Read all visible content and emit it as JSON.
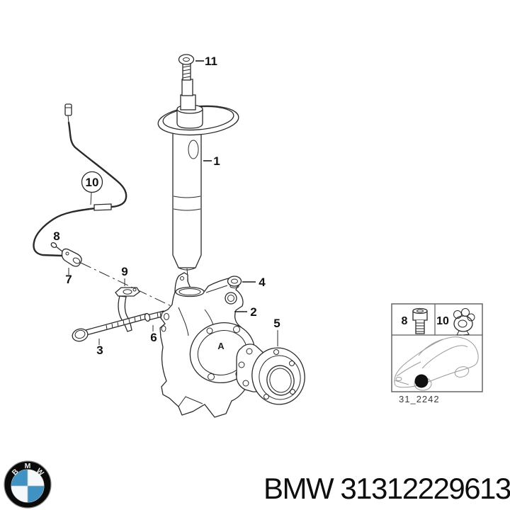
{
  "colors": {
    "line": "#2a2a2a",
    "background": "#ffffff",
    "logo_blue": "#3f93c4",
    "logo_black": "#0a0a0a",
    "location_dot": "#111111"
  },
  "diagram": {
    "callouts": {
      "c1": "1",
      "c2": "2",
      "c3": "3",
      "c4": "4",
      "c5": "5",
      "c6": "6",
      "c7": "7",
      "c8": "8",
      "c9": "9",
      "c10": "10",
      "c11": "11"
    },
    "knuckle_marker": "A",
    "inset": {
      "bolt_label": "8",
      "clip_label": "10",
      "diagram_code": "31_2242"
    }
  },
  "logo": {
    "letter_b": "B",
    "letter_m": "M",
    "letter_w": "W"
  },
  "footer": {
    "brand": "BMW",
    "part_number": "31312229613"
  }
}
